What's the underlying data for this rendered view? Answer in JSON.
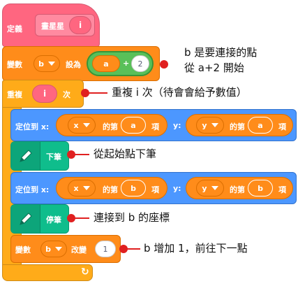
{
  "define_block": {
    "keyword": "定義",
    "name": "畫星星",
    "param": "i"
  },
  "set_block": {
    "keyword": "變數",
    "var": "b",
    "to": "設為",
    "left": "a",
    "op": "+",
    "right": "2"
  },
  "repeat_block": {
    "keyword": "重複",
    "times_param": "i",
    "suffix": "次"
  },
  "goto_1": {
    "keyword": "定位到 x:",
    "x_var": "x",
    "x_of": "的第",
    "x_idx": "a",
    "x_item": "項",
    "y_label": "y:",
    "y_var": "y",
    "y_of": "的第",
    "y_idx": "a",
    "y_item": "項"
  },
  "pen_down": {
    "label": "下筆"
  },
  "goto_2": {
    "keyword": "定位到 x:",
    "x_var": "x",
    "x_of": "的第",
    "x_idx": "b",
    "x_item": "項",
    "y_label": "y:",
    "y_var": "y",
    "y_of": "的第",
    "y_idx": "b",
    "y_item": "項"
  },
  "pen_up": {
    "label": "停筆"
  },
  "change_block": {
    "keyword": "變數",
    "var": "b",
    "action": "改變",
    "amount": "1"
  },
  "loop_arrow": "↻",
  "annotations": {
    "set_line1": "b 是要連接的點",
    "set_line2": "從 a+2 開始",
    "repeat": "重複 i 次（待會會給予數值）",
    "pen_down": "從起始點下筆",
    "pen_up": "連接到 b 的座標",
    "change": "b 增加 1，前往下一點"
  },
  "colors": {
    "define": "#ff6680",
    "variables": "#ff8c1a",
    "control": "#ffab19",
    "motion": "#4c97ff",
    "pen": "#0fbd8c",
    "operator": "#59c059",
    "annotation": "#e02020"
  }
}
